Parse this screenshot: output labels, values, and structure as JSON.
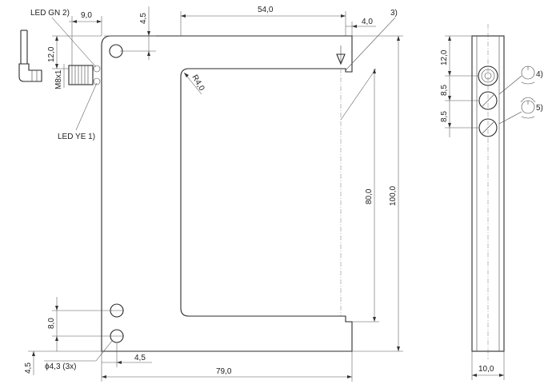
{
  "labels": {
    "led_green": "LED GN 2)",
    "led_yellow": "LED YE 1)",
    "connector_thread": "M8x1",
    "note_3": "3)",
    "note_4": "4)",
    "note_5": "5)",
    "radius": "R4,0",
    "hole_diameter": "ϕ4,3  (3x)"
  },
  "dimensions": {
    "d_9_0": "9,0",
    "d_4_5_top": "4,5",
    "d_54_0": "54,0",
    "d_4_0": "4,0",
    "d_12_0_left": "12,0",
    "d_80_0": "80,0",
    "d_100_0": "100,0",
    "d_8_0": "8,0",
    "d_4_5_bottom_left": "4,5",
    "d_4_5_bottom": "4,5",
    "d_79_0": "79,0",
    "d_12_0_side": "12,0",
    "d_8_5_a": "8,5",
    "d_8_5_b": "8,5",
    "d_10_0": "10,0"
  }
}
